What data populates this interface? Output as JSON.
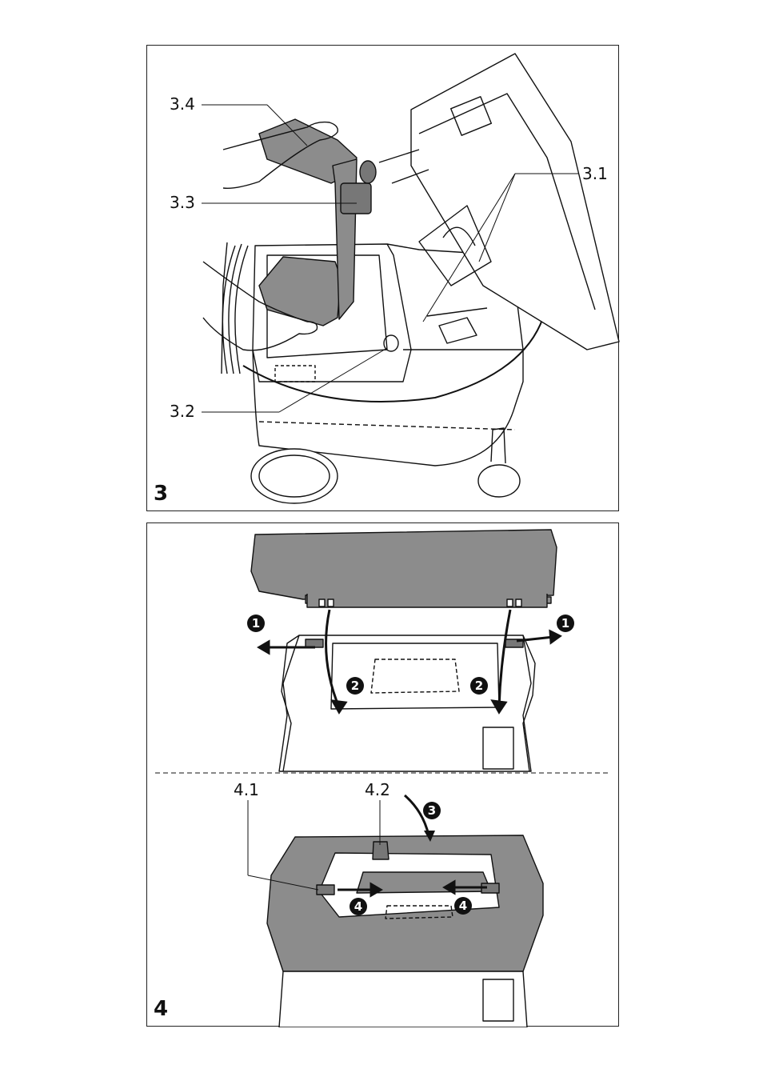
{
  "figures": [
    {
      "number": "3",
      "callouts": [
        "3.4",
        "3.3",
        "3.1",
        "3.2"
      ]
    },
    {
      "number": "4",
      "callouts": [
        "4.1",
        "4.2"
      ],
      "steps": [
        "1",
        "1",
        "2",
        "2",
        "3",
        "4",
        "4"
      ]
    }
  ],
  "colors": {
    "line": "#111111",
    "fill_gray": "#8c8c8c",
    "fill_light": "#ffffff"
  }
}
